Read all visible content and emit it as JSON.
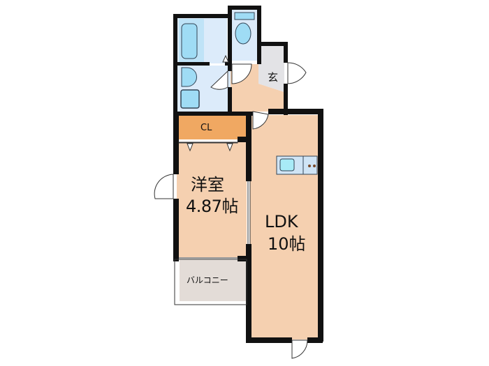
{
  "floor_plan": {
    "rooms": [
      {
        "id": "cl",
        "label": "CL",
        "color": "#f0a862"
      },
      {
        "id": "genkan",
        "label": "玄",
        "color": "#e3e3e6"
      },
      {
        "id": "youshitsu",
        "label": "洋室",
        "size": "4.87帖",
        "color": "#f5d0b0"
      },
      {
        "id": "ldk",
        "label": "LDK",
        "size": "10帖",
        "color": "#f5d0b0"
      },
      {
        "id": "balcony",
        "label": "バルコニー",
        "color": "#e3dcd7"
      },
      {
        "id": "bathroom",
        "label": "",
        "color": "#dcebfa"
      },
      {
        "id": "toilet",
        "label": "",
        "color": "#dcebfa"
      },
      {
        "id": "washroom",
        "label": "",
        "color": "#dcebfa"
      },
      {
        "id": "hallway",
        "label": "",
        "color": "#f5d0b0"
      }
    ],
    "colors": {
      "wall": "#111111",
      "fixture": "#9fdcf5",
      "fixture_outline": "#334455"
    }
  }
}
